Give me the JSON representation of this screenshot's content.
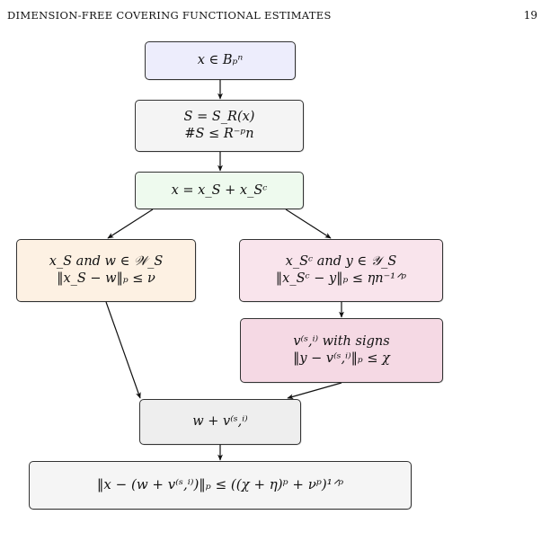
{
  "header": {
    "running_title": "DIMENSION-FREE COVERING FUNCTIONAL ESTIMATES",
    "page_number": "19"
  },
  "flowchart": {
    "nodes": [
      {
        "id": "n1",
        "lines": [
          "x ∈ Bₚⁿ"
        ]
      },
      {
        "id": "n2",
        "lines": [
          "S = S_R(x)",
          "#S ≤ R⁻ᵖn"
        ]
      },
      {
        "id": "n3",
        "lines": [
          "x = x_S + x_Sᶜ"
        ]
      },
      {
        "id": "n4",
        "lines": [
          "x_S and w ∈ 𝒲_S",
          "‖x_S − w‖ₚ ≤ ν"
        ]
      },
      {
        "id": "n5",
        "lines": [
          "x_Sᶜ and y ∈ 𝒴_S",
          "‖x_Sᶜ − y‖ₚ ≤ ηn⁻¹ᐟᵖ"
        ]
      },
      {
        "id": "n6",
        "lines": [
          "v⁽ˢ,ⁱ⁾ with signs",
          "‖y − v⁽ˢ,ⁱ⁾‖ₚ ≤ χ"
        ]
      },
      {
        "id": "n7",
        "lines": [
          "w + v⁽ˢ,ⁱ⁾"
        ]
      },
      {
        "id": "n8",
        "lines": [
          "‖x − (w + v⁽ˢ,ⁱ⁾)‖ₚ ≤ ((χ + η)ᵖ + νᵖ)¹ᐟᵖ"
        ]
      }
    ],
    "edges": [
      {
        "from": "n1",
        "to": "n2"
      },
      {
        "from": "n2",
        "to": "n3"
      },
      {
        "from": "n3",
        "to": "n4"
      },
      {
        "from": "n3",
        "to": "n5"
      },
      {
        "from": "n5",
        "to": "n6"
      },
      {
        "from": "n4",
        "to": "n7"
      },
      {
        "from": "n6",
        "to": "n7"
      },
      {
        "from": "n7",
        "to": "n8"
      }
    ]
  }
}
